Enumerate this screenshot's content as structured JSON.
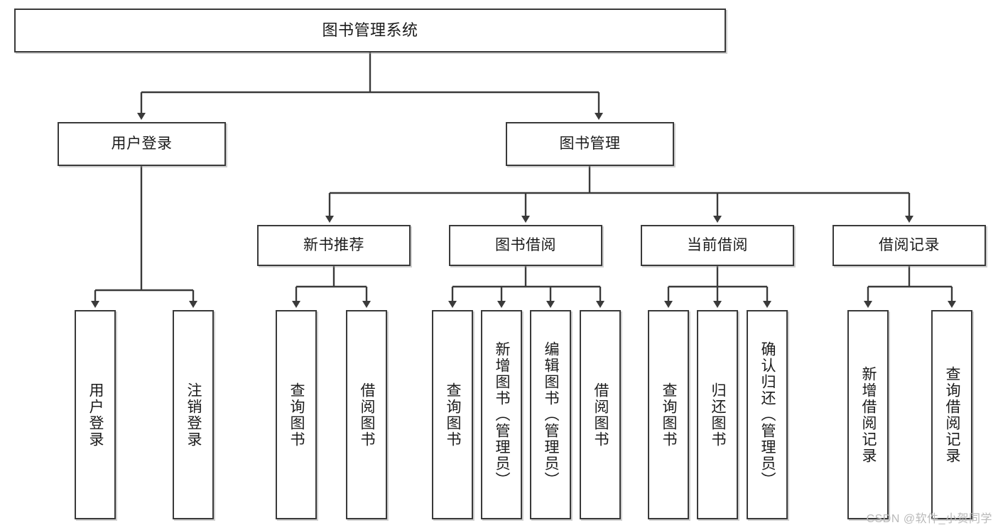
{
  "diagram": {
    "title": "图书管理系统",
    "type": "tree-hierarchy",
    "nodes": {
      "root": {
        "label": "图书管理系统"
      },
      "level2": [
        {
          "id": "user-login",
          "label": "用户登录"
        },
        {
          "id": "book-manage",
          "label": "图书管理"
        }
      ],
      "level3": [
        {
          "id": "new-book-recommend",
          "label": "新书推荐"
        },
        {
          "id": "book-borrow",
          "label": "图书借阅"
        },
        {
          "id": "current-borrow",
          "label": "当前借阅"
        },
        {
          "id": "borrow-record",
          "label": "借阅记录"
        }
      ],
      "leaves": [
        {
          "id": "leaf-user-login",
          "label": "用户登录",
          "parent": "user-login"
        },
        {
          "id": "leaf-user-logout",
          "label": "注销登录",
          "parent": "user-login"
        },
        {
          "id": "leaf-query-book-1",
          "label": "查询图书",
          "parent": "new-book-recommend"
        },
        {
          "id": "leaf-borrow-book-1",
          "label": "借阅图书",
          "parent": "new-book-recommend"
        },
        {
          "id": "leaf-query-book-2",
          "label": "查询图书",
          "parent": "book-borrow"
        },
        {
          "id": "leaf-add-book",
          "label": "新增图书（管理员）",
          "parent": "book-borrow"
        },
        {
          "id": "leaf-edit-book",
          "label": "编辑图书（管理员）",
          "parent": "book-borrow"
        },
        {
          "id": "leaf-borrow-book-2",
          "label": "借阅图书",
          "parent": "book-borrow"
        },
        {
          "id": "leaf-query-book-3",
          "label": "查询图书",
          "parent": "current-borrow"
        },
        {
          "id": "leaf-return-book",
          "label": "归还图书",
          "parent": "current-borrow"
        },
        {
          "id": "leaf-confirm-return",
          "label": "确认归还（管理员）",
          "parent": "current-borrow"
        },
        {
          "id": "leaf-add-record",
          "label": "新增借阅记录",
          "parent": "borrow-record"
        },
        {
          "id": "leaf-query-record",
          "label": "查询借阅记录",
          "parent": "borrow-record"
        }
      ]
    },
    "colors": {
      "stroke": "#3a3a3a",
      "fill": "#ffffff",
      "text": "#1b1b1b",
      "watermark": "#b9b9b9"
    }
  },
  "watermark": {
    "text": "CSDN @软件_小贺同学"
  }
}
